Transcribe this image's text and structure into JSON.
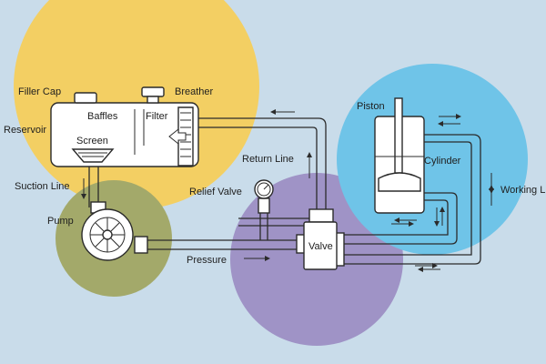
{
  "colors": {
    "background": "#c9dcea",
    "reservoir_zone": "#f3cf63",
    "pump_zone": "#a3a96a",
    "valve_zone": "#9f93c6",
    "cylinder_zone": "#6fc4e8"
  },
  "labels": {
    "filler_cap": "Filler Cap",
    "breather": "Breather",
    "reservoir": "Reservoir",
    "baffles": "Baffles",
    "filter": "Filter",
    "screen": "Screen",
    "suction_line": "Suction Line",
    "pump": "Pump",
    "return_line": "Return Line",
    "relief_valve": "Relief Valve",
    "valve": "Valve",
    "pressure": "Pressure",
    "piston": "Piston",
    "cylinder": "Cylinder",
    "working_lines": "Working Lines"
  },
  "icons": [
    "gauge-icon",
    "pump-impeller-icon",
    "flow-arrow-icon"
  ]
}
